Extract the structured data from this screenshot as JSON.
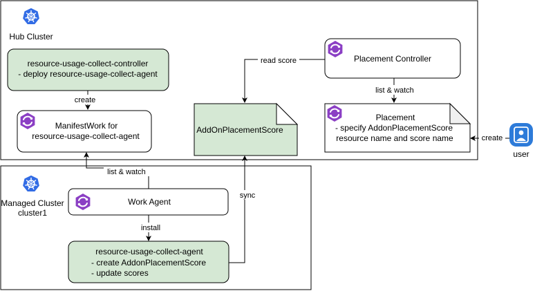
{
  "hub_cluster": {
    "label": "Hub Cluster",
    "icon": "kubernetes-icon"
  },
  "managed_cluster": {
    "label_line1": "Managed Cluster",
    "label_line2": "cluster1",
    "icon": "kubernetes-icon"
  },
  "nodes": {
    "collect_controller": {
      "line1": "resource-usage-collect-controller",
      "line2": "-   deploy resource-usage-collect-agent"
    },
    "manifestwork": {
      "line1": "ManifestWork for",
      "line2": "resource-usage-collect-agent",
      "icon": "ocm-icon"
    },
    "addon_score": {
      "label": "AddOnPlacementScore"
    },
    "placement_controller": {
      "label": "Placement Controller",
      "icon": "ocm-icon"
    },
    "placement": {
      "line1": "Placement",
      "line2": "- specify AddonPlacementScore",
      "line3": "resource name and score name",
      "icon": "ocm-icon"
    },
    "work_agent": {
      "label": "Work Agent",
      "icon": "ocm-icon"
    },
    "collect_agent": {
      "line1": "resource-usage-collect-agent",
      "line2": "- create AddonPlacementScore",
      "line3": "- update scores"
    },
    "user": {
      "label": "user",
      "icon": "user-icon"
    }
  },
  "edges": {
    "create_manifestwork": "create",
    "read_score": "read score",
    "list_watch_placement": "list & watch",
    "user_create": "create",
    "list_watch_manifestwork": "list & watch",
    "install": "install",
    "sync": "sync"
  },
  "colors": {
    "green_fill": "#d5e8d4",
    "stroke": "#000000",
    "k8s_blue": "#326ce5",
    "ocm_purple": "#8b3fc4",
    "user_blue": "#2d7bd9"
  }
}
